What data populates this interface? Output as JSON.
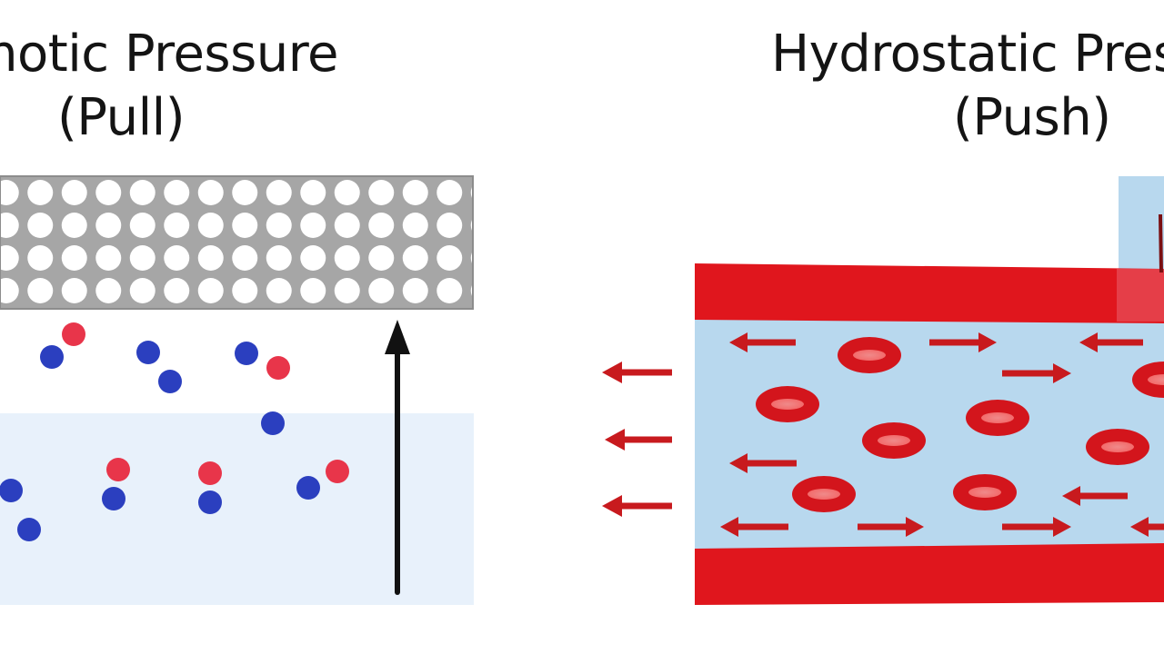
{
  "left_panel": {
    "title_line1": "Osmotic Pressure",
    "title_line2": "(Pull)",
    "membrane_color": "#a6a6a6",
    "fluid_color": "#e8f1fb",
    "solute_particle_colors": {
      "blue": "#2b3fbf",
      "red": "#e8354a"
    },
    "pull_arrow_color": "#111111"
  },
  "right_panel": {
    "title_line1": "Hydrostatic Pressure",
    "title_line2": "(Push)",
    "vessel_wall_color": "#e0161d",
    "plasma_color": "#b8d8ee",
    "red_blood_cell_color": "#d3151c",
    "flow_arrow_color": "#c81a1e"
  }
}
